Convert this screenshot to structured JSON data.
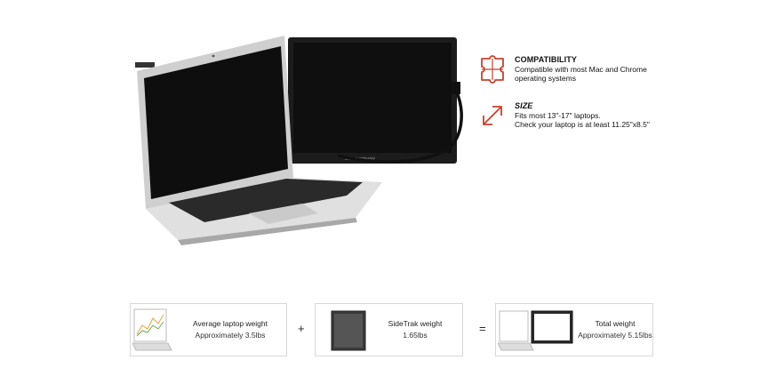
{
  "features": [
    {
      "icon": "puzzle-icon",
      "title": "COMPATIBILITY",
      "description": [
        "Compatible with most Mac and Chrome",
        "operating systems"
      ]
    },
    {
      "icon": "resize-arrows-icon",
      "title": "SIZE",
      "description": [
        "Fits most 13\"-17\" laptops.",
        "Check your laptop is at least 11.25\"x8.5\""
      ]
    }
  ],
  "product_brand": "STAND STEADY",
  "weights": [
    {
      "label": "Average laptop weight",
      "value": "Approximately 3.5lbs"
    },
    {
      "label": "SideTrak weight",
      "value": "1.65lbs"
    },
    {
      "label": "Total weight",
      "value": "Approximately 5.15lbs"
    }
  ],
  "operators": {
    "plus": "+",
    "equals": "="
  },
  "colors": {
    "accent": "#c8422f",
    "monitor": "#1c1c1c",
    "laptop": "#d9d9d9"
  }
}
